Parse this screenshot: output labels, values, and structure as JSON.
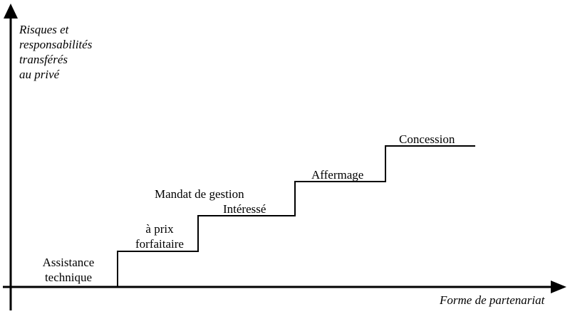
{
  "y_axis_label": [
    "Risques et",
    "responsabilités",
    "transférés",
    "au privé"
  ],
  "x_axis_label": "Forme de partenariat",
  "steps": [
    {
      "level": 1,
      "lines": [
        "Assistance",
        "technique"
      ]
    },
    {
      "level": 2,
      "lines": [
        "à prix",
        "forfaitaire"
      ]
    },
    {
      "level": 3,
      "lines": [
        "Mandat de gestion",
        "Intéressé"
      ]
    },
    {
      "level": 4,
      "lines": [
        "Affermage"
      ]
    },
    {
      "level": 5,
      "lines": [
        "Concession"
      ]
    }
  ]
}
